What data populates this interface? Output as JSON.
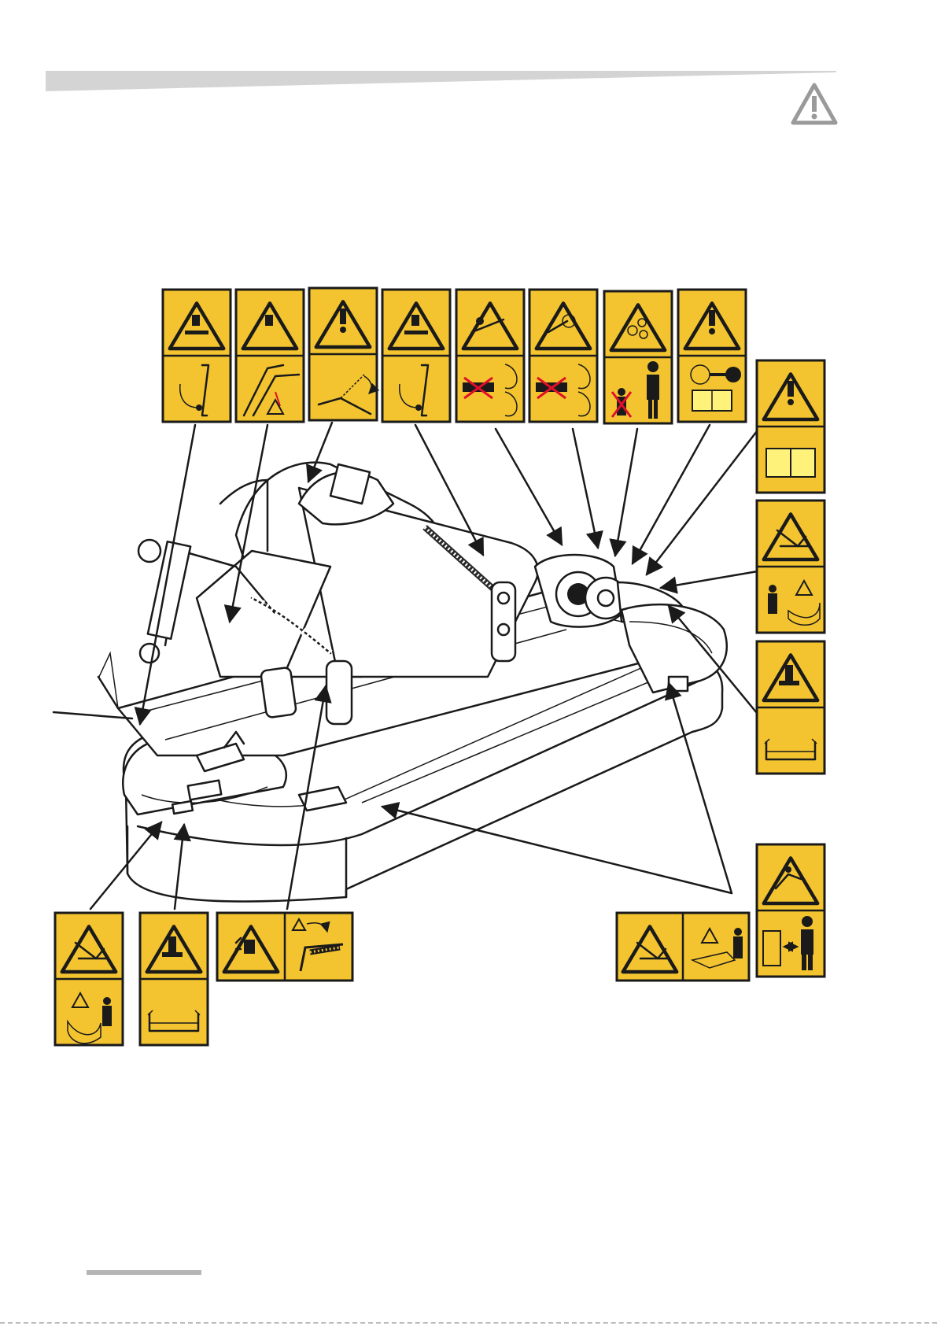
{
  "page": {
    "background": "#ffffff",
    "header_bar_color": "#d4d4d4",
    "accent_warning": "#f3c430",
    "icons": [
      "warning-triangle-icon"
    ]
  },
  "figure": {
    "subject": "machine-illustration",
    "decals": [
      {
        "id": "crush-lower-hazard",
        "icons": [
          "crushing-hand-icon",
          "lift-lever-icon"
        ]
      },
      {
        "id": "crush-arm-hazard",
        "icons": [
          "crushing-hand-icon",
          "arm-pivot-icon"
        ]
      },
      {
        "id": "general-warning-lever",
        "icons": [
          "exclamation-icon",
          "lever-fold-icon"
        ]
      },
      {
        "id": "crush-lift-hazard-2",
        "icons": [
          "crushing-hand-icon",
          "lift-lever-icon"
        ]
      },
      {
        "id": "entanglement-shaft",
        "icons": [
          "entanglement-icon",
          "rotation-icon"
        ]
      },
      {
        "id": "entanglement-shaft-2",
        "icons": [
          "entanglement-icon",
          "rotation-icon"
        ]
      },
      {
        "id": "gear-hazard",
        "icons": [
          "gears-icon",
          "person-child-icon"
        ]
      },
      {
        "id": "read-manual-key",
        "icons": [
          "exclamation-icon",
          "key-icon",
          "manual-icon"
        ]
      },
      {
        "id": "read-manual",
        "icons": [
          "exclamation-icon",
          "book-icon"
        ]
      },
      {
        "id": "cutting-blade-distance",
        "icons": [
          "cutting-icon",
          "person-distance-icon"
        ]
      },
      {
        "id": "foot-crush-guard",
        "icons": [
          "foot-crush-icon",
          "guard-icon"
        ]
      },
      {
        "id": "thrown-object",
        "icons": [
          "thrown-object-icon",
          "safe-distance-icon"
        ]
      },
      {
        "id": "cutting-blade-person",
        "icons": [
          "cutting-icon",
          "person-distance-icon"
        ]
      },
      {
        "id": "cutting-blade-front",
        "icons": [
          "cutting-icon",
          "person-distance-icon"
        ]
      },
      {
        "id": "foot-crush-front",
        "icons": [
          "foot-crush-icon",
          "guard-icon"
        ]
      },
      {
        "id": "spring-tension",
        "icons": [
          "hand-crush-icon",
          "spring-icon"
        ]
      }
    ]
  }
}
